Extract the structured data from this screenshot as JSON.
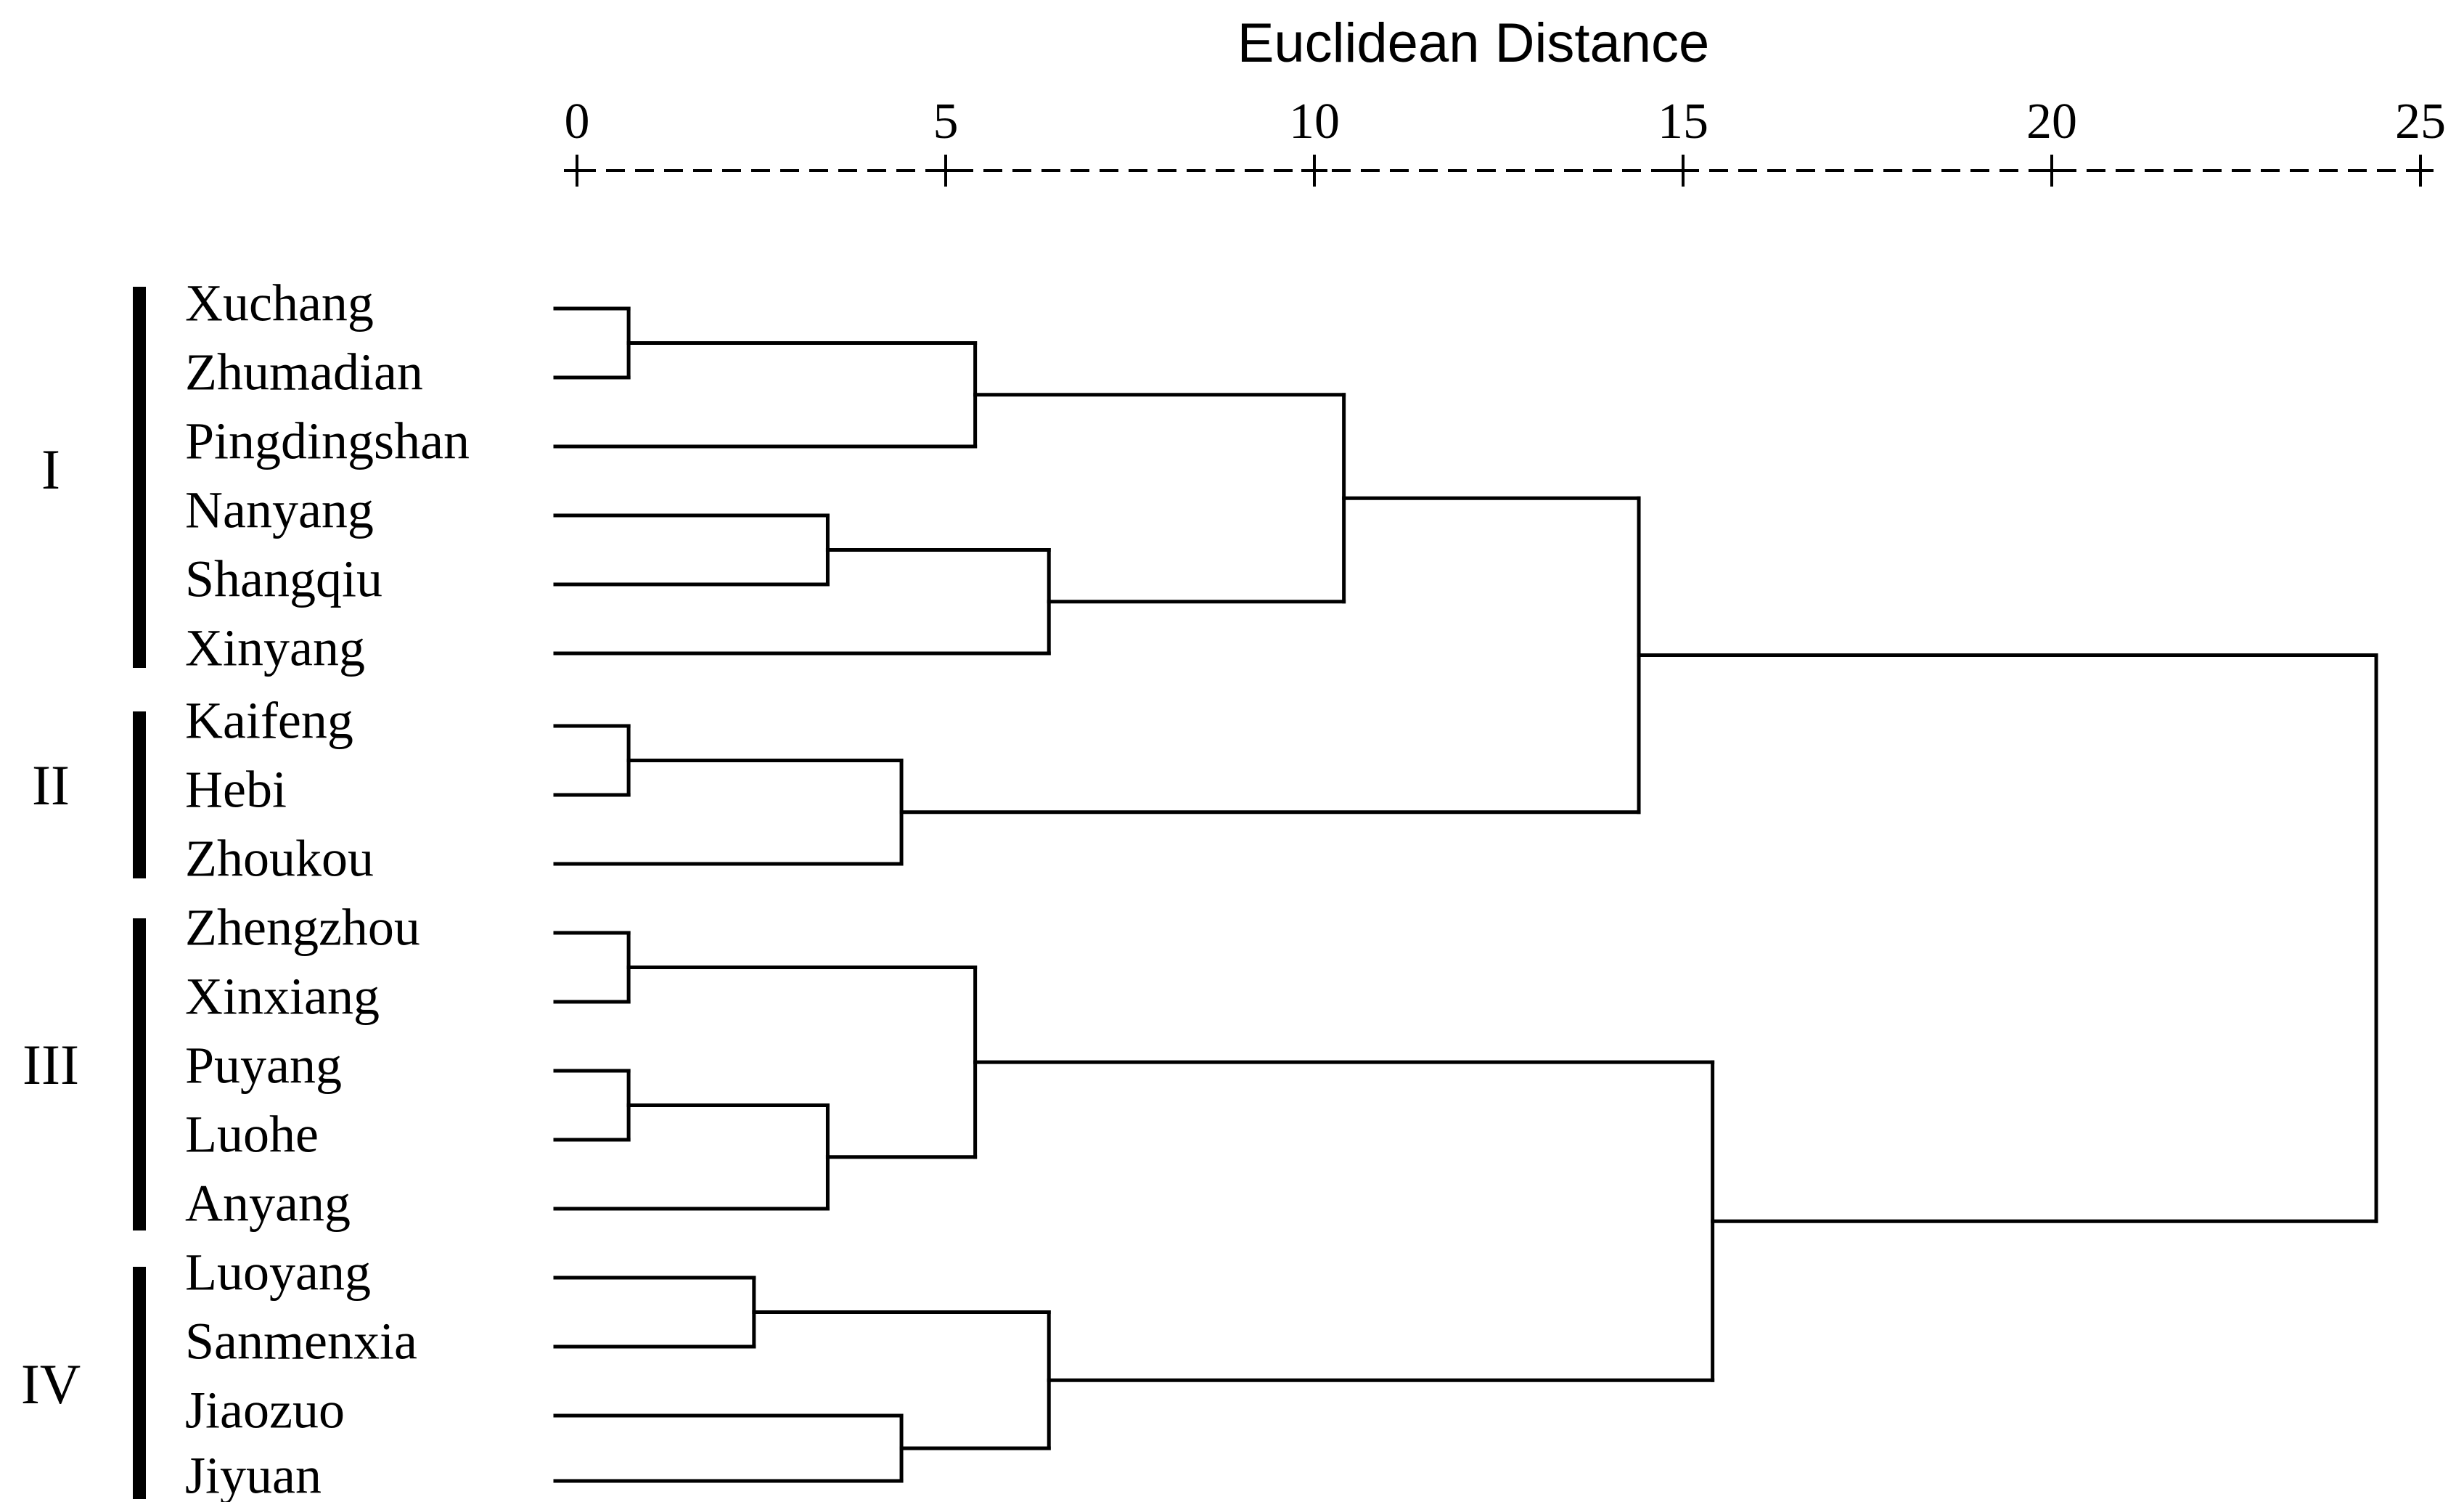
{
  "chart_data": {
    "type": "dendrogram",
    "title": "Euclidean Distance",
    "axis": {
      "ticks": [
        0,
        5,
        10,
        15,
        20,
        25
      ],
      "range": [
        0,
        25
      ]
    },
    "leaves": [
      "Xuchang",
      "Zhumadian",
      "Pingdingshan",
      "Nanyang",
      "Shangqiu",
      "Xinyang",
      "Kaifeng",
      "Hebi",
      "Zhoukou",
      "Zhengzhou",
      "Xinxiang",
      "Puyang",
      "Luohe",
      "Anyang",
      "Luoyang",
      "Sanmenxia",
      "Jiaozuo",
      "Jiyuan"
    ],
    "groups": [
      {
        "label": "I",
        "members": [
          "Xuchang",
          "Zhumadian",
          "Pingdingshan",
          "Nanyang",
          "Shangqiu",
          "Xinyang"
        ]
      },
      {
        "label": "II",
        "members": [
          "Kaifeng",
          "Hebi",
          "Zhoukou"
        ]
      },
      {
        "label": "III",
        "members": [
          "Zhengzhou",
          "Xinxiang",
          "Puyang",
          "Luohe",
          "Anyang"
        ]
      },
      {
        "label": "IV",
        "members": [
          "Luoyang",
          "Sanmenxia",
          "Jiaozuo",
          "Jiyuan"
        ]
      }
    ],
    "merges": [
      {
        "id": "m1",
        "children": [
          "Xuchang",
          "Zhumadian"
        ],
        "distance": 0.7
      },
      {
        "id": "m2",
        "children": [
          "m1",
          "Pingdingshan"
        ],
        "distance": 5.4
      },
      {
        "id": "m3",
        "children": [
          "Nanyang",
          "Shangqiu"
        ],
        "distance": 3.4
      },
      {
        "id": "m4",
        "children": [
          "m3",
          "Xinyang"
        ],
        "distance": 6.4
      },
      {
        "id": "m5",
        "children": [
          "m2",
          "m4"
        ],
        "distance": 10.4
      },
      {
        "id": "m6",
        "children": [
          "Kaifeng",
          "Hebi"
        ],
        "distance": 0.7
      },
      {
        "id": "m7",
        "children": [
          "m6",
          "Zhoukou"
        ],
        "distance": 4.4
      },
      {
        "id": "m8",
        "children": [
          "m5",
          "m7"
        ],
        "distance": 14.4
      },
      {
        "id": "m9",
        "children": [
          "Zhengzhou",
          "Xinxiang"
        ],
        "distance": 0.7
      },
      {
        "id": "m10",
        "children": [
          "Puyang",
          "Luohe"
        ],
        "distance": 0.7
      },
      {
        "id": "m11",
        "children": [
          "m10",
          "Anyang"
        ],
        "distance": 3.4
      },
      {
        "id": "m12",
        "children": [
          "m9",
          "m11"
        ],
        "distance": 5.4
      },
      {
        "id": "m13",
        "children": [
          "Luoyang",
          "Sanmenxia"
        ],
        "distance": 2.4
      },
      {
        "id": "m14",
        "children": [
          "Jiaozuo",
          "Jiyuan"
        ],
        "distance": 4.4
      },
      {
        "id": "m15",
        "children": [
          "m13",
          "m14"
        ],
        "distance": 6.4
      },
      {
        "id": "m16",
        "children": [
          "m12",
          "m15"
        ],
        "distance": 15.4
      },
      {
        "id": "m17",
        "children": [
          "m8",
          "m16"
        ],
        "distance": 24.4
      }
    ]
  }
}
